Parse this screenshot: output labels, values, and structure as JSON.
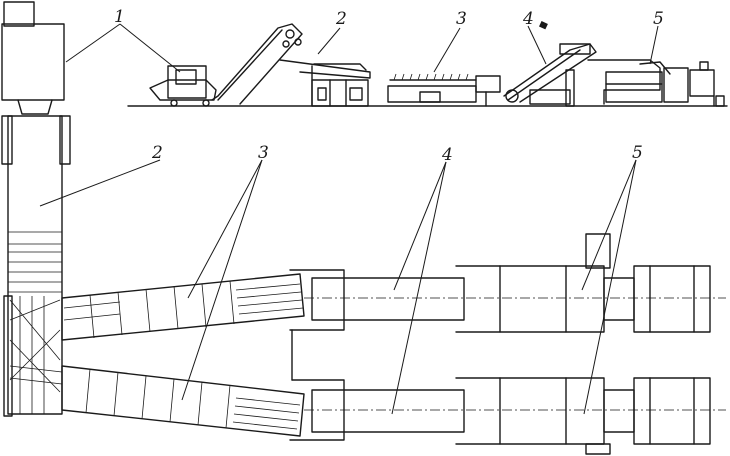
{
  "diagram": {
    "labels": {
      "side_1": "1",
      "side_2": "2",
      "side_3": "3",
      "side_4": "4",
      "side_5": "5",
      "plan_2": "2",
      "plan_3": "3",
      "plan_4": "4",
      "plan_5": "5"
    },
    "ink_color": "#1a1a1a",
    "paper_color": "#ffffff"
  }
}
